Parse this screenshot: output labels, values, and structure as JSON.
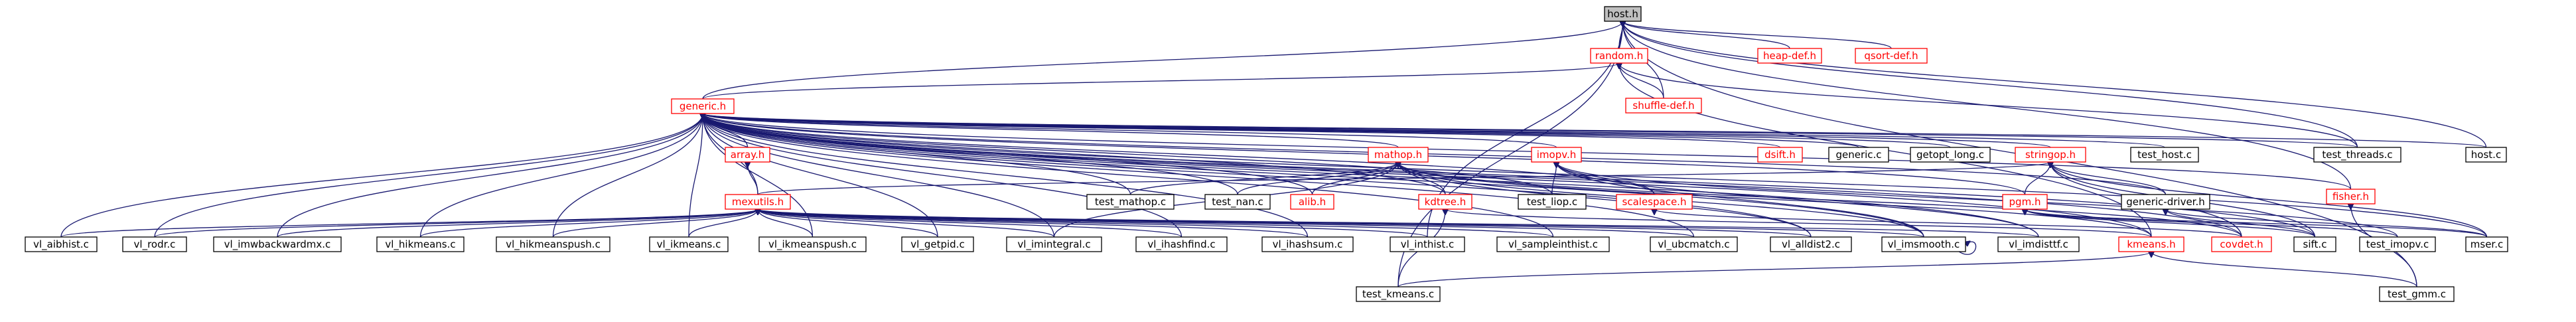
{
  "diagram": {
    "colors": {
      "edge": "#191970",
      "internal_border": "#000000",
      "internal_text": "#000000",
      "external_border": "#ff0000",
      "external_text": "#ff0000",
      "focus_fill": "#bfbfbf",
      "node_fill": "#ffffff"
    },
    "nodes": [
      {
        "id": "host_h",
        "label": "host.h",
        "kind": "focus"
      },
      {
        "id": "random_h",
        "label": "random.h",
        "kind": "external"
      },
      {
        "id": "heap_def_h",
        "label": "heap-def.h",
        "kind": "external"
      },
      {
        "id": "qsort_def_h",
        "label": "qsort-def.h",
        "kind": "external"
      },
      {
        "id": "generic_h",
        "label": "generic.h",
        "kind": "external"
      },
      {
        "id": "shuffle_def_h",
        "label": "shuffle-def.h",
        "kind": "external"
      },
      {
        "id": "array_h",
        "label": "array.h",
        "kind": "external"
      },
      {
        "id": "mathop_h",
        "label": "mathop.h",
        "kind": "external"
      },
      {
        "id": "imopv_h",
        "label": "imopv.h",
        "kind": "external"
      },
      {
        "id": "dsift_h",
        "label": "dsift.h",
        "kind": "external"
      },
      {
        "id": "generic_c",
        "label": "generic.c",
        "kind": "internal"
      },
      {
        "id": "getopt_long_c",
        "label": "getopt_long.c",
        "kind": "internal"
      },
      {
        "id": "stringop_h",
        "label": "stringop.h",
        "kind": "external"
      },
      {
        "id": "test_host_c",
        "label": "test_host.c",
        "kind": "internal"
      },
      {
        "id": "test_threads_c",
        "label": "test_threads.c",
        "kind": "internal"
      },
      {
        "id": "host_c",
        "label": "host.c",
        "kind": "internal"
      },
      {
        "id": "fisher_h",
        "label": "fisher.h",
        "kind": "external"
      },
      {
        "id": "mexutils_h",
        "label": "mexutils.h",
        "kind": "external"
      },
      {
        "id": "test_mathop_c",
        "label": "test_mathop.c",
        "kind": "internal"
      },
      {
        "id": "test_nan_c",
        "label": "test_nan.c",
        "kind": "internal"
      },
      {
        "id": "alib_h",
        "label": "alib.h",
        "kind": "external"
      },
      {
        "id": "kdtree_h",
        "label": "kdtree.h",
        "kind": "external"
      },
      {
        "id": "test_liop_c",
        "label": "test_liop.c",
        "kind": "internal"
      },
      {
        "id": "scalespace_h",
        "label": "scalespace.h",
        "kind": "external"
      },
      {
        "id": "pgm_h",
        "label": "pgm.h",
        "kind": "external"
      },
      {
        "id": "generic_driver_h",
        "label": "generic-driver.h",
        "kind": "internal"
      },
      {
        "id": "vl_aibhist_c",
        "label": "vl_aibhist.c",
        "kind": "internal"
      },
      {
        "id": "vl_rodr_c",
        "label": "vl_rodr.c",
        "kind": "internal"
      },
      {
        "id": "vl_imwbackwardmx_c",
        "label": "vl_imwbackwardmx.c",
        "kind": "internal"
      },
      {
        "id": "vl_hikmeans_c",
        "label": "vl_hikmeans.c",
        "kind": "internal"
      },
      {
        "id": "vl_hikmeanspush_c",
        "label": "vl_hikmeanspush.c",
        "kind": "internal"
      },
      {
        "id": "vl_ikmeans_c",
        "label": "vl_ikmeans.c",
        "kind": "internal"
      },
      {
        "id": "vl_ikmeanspush_c",
        "label": "vl_ikmeanspush.c",
        "kind": "internal"
      },
      {
        "id": "vl_getpid_c",
        "label": "vl_getpid.c",
        "kind": "internal"
      },
      {
        "id": "vl_imintegral_c",
        "label": "vl_imintegral.c",
        "kind": "internal"
      },
      {
        "id": "vl_ihashfind_c",
        "label": "vl_ihashfind.c",
        "kind": "internal"
      },
      {
        "id": "vl_ihashsum_c",
        "label": "vl_ihashsum.c",
        "kind": "internal"
      },
      {
        "id": "vl_inthist_c",
        "label": "vl_inthist.c",
        "kind": "internal"
      },
      {
        "id": "vl_sampleinthist_c",
        "label": "vl_sampleinthist.c",
        "kind": "internal"
      },
      {
        "id": "vl_ubcmatch_c",
        "label": "vl_ubcmatch.c",
        "kind": "internal"
      },
      {
        "id": "vl_alldist2_c",
        "label": "vl_alldist2.c",
        "kind": "internal"
      },
      {
        "id": "vl_imsmooth_c",
        "label": "vl_imsmooth.c",
        "kind": "internal"
      },
      {
        "id": "vl_imdisttf_c",
        "label": "vl_imdisttf.c",
        "kind": "internal"
      },
      {
        "id": "kmeans_h",
        "label": "kmeans.h",
        "kind": "external"
      },
      {
        "id": "covdet_h",
        "label": "covdet.h",
        "kind": "external"
      },
      {
        "id": "sift_c",
        "label": "sift.c",
        "kind": "internal"
      },
      {
        "id": "test_imopv_c",
        "label": "test_imopv.c",
        "kind": "internal"
      },
      {
        "id": "mser_c",
        "label": "mser.c",
        "kind": "internal"
      },
      {
        "id": "test_kmeans_c",
        "label": "test_kmeans.c",
        "kind": "internal"
      },
      {
        "id": "test_gmm_c",
        "label": "test_gmm.c",
        "kind": "internal"
      }
    ],
    "edges": [
      [
        "random_h",
        "host_h"
      ],
      [
        "heap_def_h",
        "host_h"
      ],
      [
        "qsort_def_h",
        "host_h"
      ],
      [
        "generic_h",
        "host_h"
      ],
      [
        "shuffle_def_h",
        "host_h"
      ],
      [
        "test_threads_c",
        "host_h"
      ],
      [
        "host_c",
        "host_h"
      ],
      [
        "test_gmm_c",
        "host_h"
      ],
      [
        "test_kmeans_c",
        "host_h"
      ],
      [
        "vl_inthist_c",
        "host_h"
      ],
      [
        "fisher_h",
        "host_h"
      ],
      [
        "generic_h",
        "random_h"
      ],
      [
        "shuffle_def_h",
        "random_h"
      ],
      [
        "test_threads_c",
        "random_h"
      ],
      [
        "kmeans_h",
        "random_h"
      ],
      [
        "array_h",
        "generic_h"
      ],
      [
        "mathop_h",
        "generic_h"
      ],
      [
        "imopv_h",
        "generic_h"
      ],
      [
        "dsift_h",
        "generic_h"
      ],
      [
        "generic_c",
        "generic_h"
      ],
      [
        "getopt_long_c",
        "generic_h"
      ],
      [
        "stringop_h",
        "generic_h"
      ],
      [
        "test_host_c",
        "generic_h"
      ],
      [
        "test_threads_c",
        "generic_h"
      ],
      [
        "host_c",
        "generic_h"
      ],
      [
        "fisher_h",
        "generic_h"
      ],
      [
        "mexutils_h",
        "generic_h"
      ],
      [
        "vl_aibhist_c",
        "generic_h"
      ],
      [
        "vl_rodr_c",
        "generic_h"
      ],
      [
        "vl_imwbackwardmx_c",
        "generic_h"
      ],
      [
        "vl_hikmeans_c",
        "generic_h"
      ],
      [
        "vl_hikmeanspush_c",
        "generic_h"
      ],
      [
        "vl_ikmeans_c",
        "generic_h"
      ],
      [
        "vl_ikmeanspush_c",
        "generic_h"
      ],
      [
        "vl_getpid_c",
        "generic_h"
      ],
      [
        "vl_imintegral_c",
        "generic_h"
      ],
      [
        "vl_ihashfind_c",
        "generic_h"
      ],
      [
        "vl_ihashsum_c",
        "generic_h"
      ],
      [
        "vl_sampleinthist_c",
        "generic_h"
      ],
      [
        "vl_ubcmatch_c",
        "generic_h"
      ],
      [
        "vl_alldist2_c",
        "generic_h"
      ],
      [
        "vl_imsmooth_c",
        "generic_h"
      ],
      [
        "vl_imdisttf_c",
        "generic_h"
      ],
      [
        "test_mathop_c",
        "generic_h"
      ],
      [
        "test_nan_c",
        "generic_h"
      ],
      [
        "alib_h",
        "generic_h"
      ],
      [
        "kdtree_h",
        "generic_h"
      ],
      [
        "test_liop_c",
        "generic_h"
      ],
      [
        "scalespace_h",
        "generic_h"
      ],
      [
        "kmeans_h",
        "generic_h"
      ],
      [
        "covdet_h",
        "generic_h"
      ],
      [
        "sift_c",
        "generic_h"
      ],
      [
        "mser_c",
        "generic_h"
      ],
      [
        "pgm_h",
        "generic_h"
      ],
      [
        "generic_driver_h",
        "generic_h"
      ],
      [
        "mexutils_h",
        "array_h"
      ],
      [
        "test_mathop_c",
        "mathop_h"
      ],
      [
        "test_nan_c",
        "mathop_h"
      ],
      [
        "alib_h",
        "mathop_h"
      ],
      [
        "kdtree_h",
        "mathop_h"
      ],
      [
        "vl_alldist2_c",
        "mathop_h"
      ],
      [
        "vl_imsmooth_c",
        "mathop_h"
      ],
      [
        "kmeans_h",
        "mathop_h"
      ],
      [
        "vl_imintegral_c",
        "mathop_h"
      ],
      [
        "covdet_h",
        "mathop_h"
      ],
      [
        "test_liop_c",
        "imopv_h"
      ],
      [
        "scalespace_h",
        "imopv_h"
      ],
      [
        "vl_imsmooth_c",
        "imopv_h"
      ],
      [
        "vl_imdisttf_c",
        "imopv_h"
      ],
      [
        "test_imopv_c",
        "imopv_h"
      ],
      [
        "mexutils_h",
        "stringop_h"
      ],
      [
        "pgm_h",
        "stringop_h"
      ],
      [
        "generic_driver_h",
        "stringop_h"
      ],
      [
        "covdet_h",
        "stringop_h"
      ],
      [
        "sift_c",
        "stringop_h"
      ],
      [
        "mser_c",
        "stringop_h"
      ],
      [
        "test_gmm_c",
        "fisher_h"
      ],
      [
        "vl_aibhist_c",
        "mexutils_h"
      ],
      [
        "vl_rodr_c",
        "mexutils_h"
      ],
      [
        "vl_imwbackwardmx_c",
        "mexutils_h"
      ],
      [
        "vl_hikmeans_c",
        "mexutils_h"
      ],
      [
        "vl_hikmeanspush_c",
        "mexutils_h"
      ],
      [
        "vl_ikmeans_c",
        "mexutils_h"
      ],
      [
        "vl_ikmeanspush_c",
        "mexutils_h"
      ],
      [
        "vl_getpid_c",
        "mexutils_h"
      ],
      [
        "vl_imintegral_c",
        "mexutils_h"
      ],
      [
        "vl_ihashfind_c",
        "mexutils_h"
      ],
      [
        "vl_ihashsum_c",
        "mexutils_h"
      ],
      [
        "vl_inthist_c",
        "mexutils_h"
      ],
      [
        "vl_sampleinthist_c",
        "mexutils_h"
      ],
      [
        "vl_ubcmatch_c",
        "mexutils_h"
      ],
      [
        "vl_alldist2_c",
        "mexutils_h"
      ],
      [
        "vl_imsmooth_c",
        "mexutils_h"
      ],
      [
        "vl_imdisttf_c",
        "mexutils_h"
      ],
      [
        "kmeans_h",
        "kdtree_h"
      ],
      [
        "test_kmeans_c",
        "kdtree_h"
      ],
      [
        "covdet_h",
        "scalespace_h"
      ],
      [
        "sift_c",
        "pgm_h"
      ],
      [
        "test_imopv_c",
        "pgm_h"
      ],
      [
        "mser_c",
        "pgm_h"
      ],
      [
        "sift_c",
        "generic_driver_h"
      ],
      [
        "mser_c",
        "generic_driver_h"
      ],
      [
        "test_kmeans_c",
        "kmeans_h"
      ],
      [
        "test_gmm_c",
        "kmeans_h"
      ],
      [
        "vl_imsmooth_c",
        "vl_imsmooth_c"
      ]
    ]
  }
}
